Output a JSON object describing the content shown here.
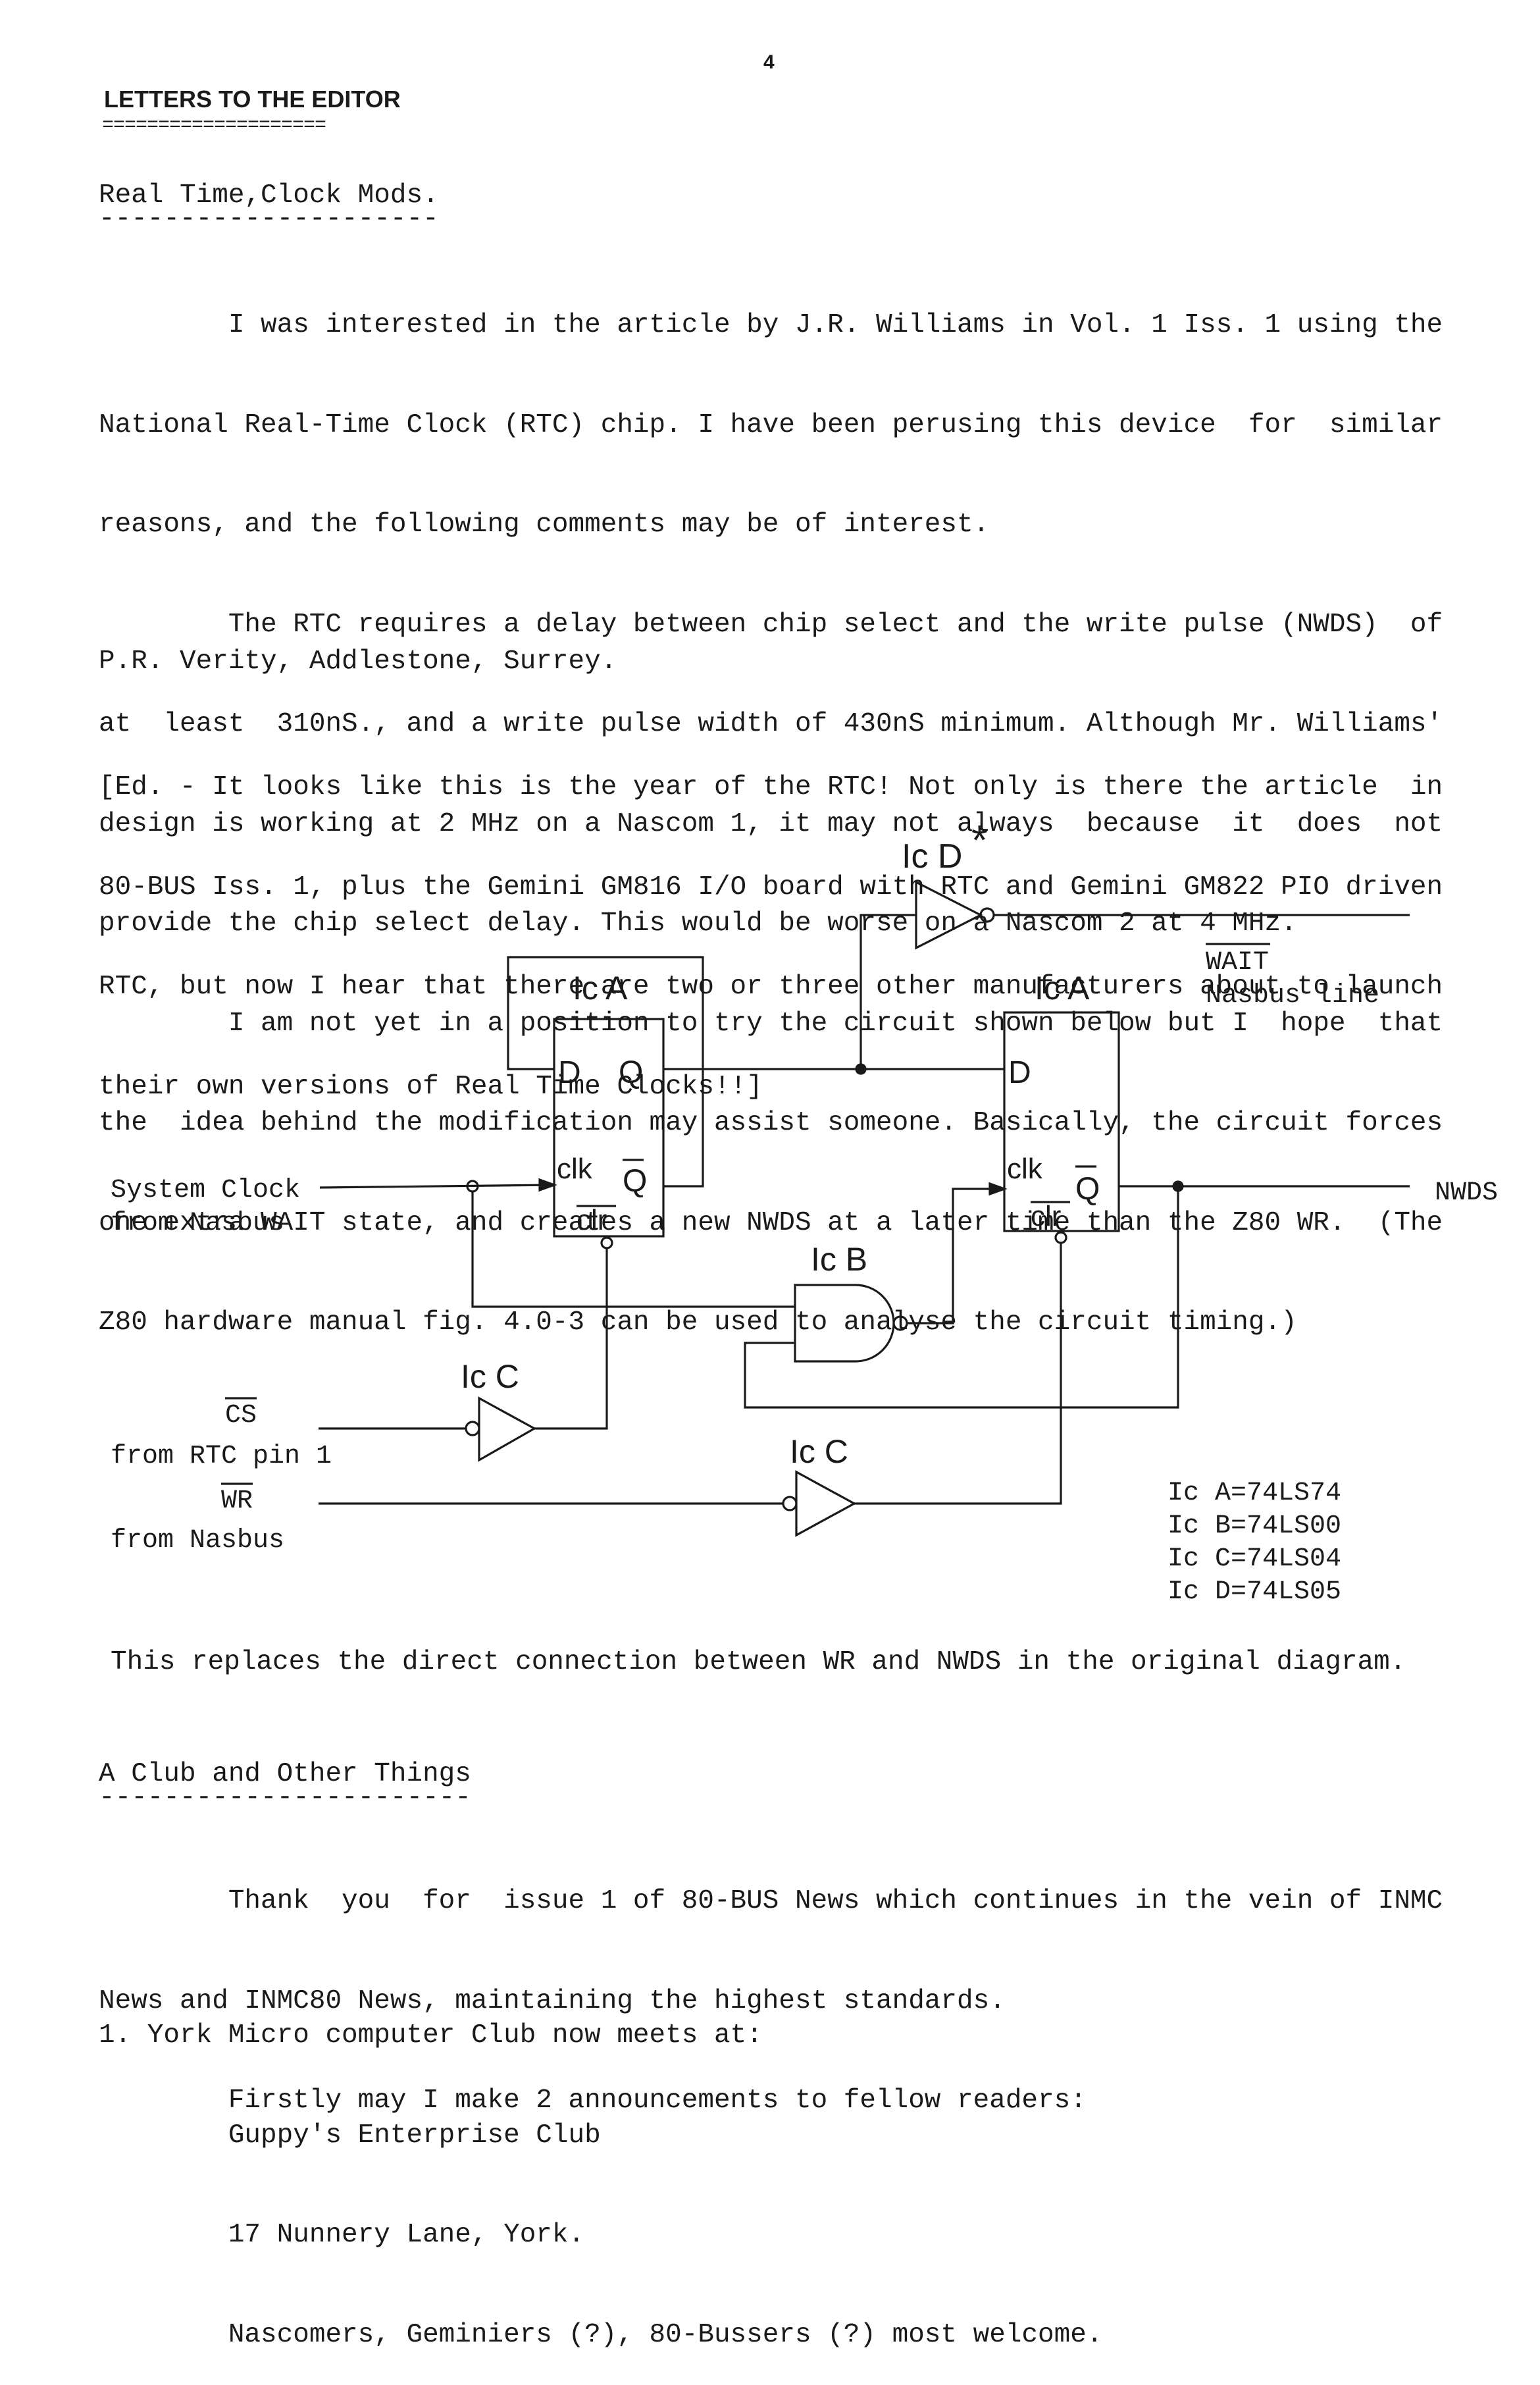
{
  "page_number": "4",
  "section_header": "LETTERS TO THE EDITOR",
  "header_underline": "====================",
  "letter1": {
    "title": "Real Time,Clock Mods.",
    "title_underline": "---------------------",
    "lines": [
      "        I was interested in the article by J.R. Williams in Vol. 1 Iss. 1 using the",
      "National Real-Time Clock (RTC) chip. I have been perusing this device  for  similar",
      "reasons, and the following comments may be of interest.",
      "        The RTC requires a delay between chip select and the write pulse (NWDS)  of",
      "at  least  310nS., and a write pulse width of 430nS minimum. Although Mr. Williams'",
      "design is working at 2 MHz on a Nascom 1, it may not always  because  it  does  not",
      "provide the chip select delay. This would be worse on a Nascom 2 at 4 MHz.",
      "        I am not yet in a position to try the circuit shown below but I  hope  that",
      "the  idea behind the modification may assist someone. Basically, the circuit forces",
      "one extra WAIT state, and creates a new NWDS at a later time than the Z80 WR.  (The",
      "Z80 hardware manual fig. 4.0-3 can be used to analyse the circuit timing.)"
    ],
    "signature": "P.R. Verity, Addlestone, Surrey.",
    "editor_note": [
      "[Ed. - It looks like this is the year of the RTC! Not only is there the article  in",
      "80-BUS Iss. 1, plus the Gemini GM816 I/O board with RTC and Gemini GM822 PIO driven",
      "RTC, but now I hear that there are two or three other manufacturers about to launch",
      "their own versions of Real Time Clocks!!]"
    ]
  },
  "diagram": {
    "ic_d_label": "Ic D",
    "asterisk": "*",
    "ic_a_left_label": "Ic A",
    "ic_a_right_label": "Ic A",
    "ic_b_label": "Ic B",
    "ic_c_upper_label": "Ic C",
    "ic_c_lower_label": "Ic C",
    "pin_d": "D",
    "pin_q": "Q",
    "pin_clk": "clk",
    "pin_qbar": "Q",
    "pin_clr": "clr",
    "wait_label": "WAIT",
    "wait_sub": "Nasbus line",
    "system_clock_line1": "System Clock",
    "system_clock_line2": "from Nasbus",
    "nwds_label": "NWDS",
    "cs_label": "CS",
    "cs_sub": "from RTC pin 1",
    "wr_label": "WR",
    "wr_sub": "from Nasbus",
    "parts": [
      "Ic A=74LS74",
      "Ic B=74LS00",
      "Ic C=74LS04",
      "Ic D=74LS05"
    ]
  },
  "diagram_caption": "This replaces the direct connection between WR and NWDS in the original diagram.",
  "letter2": {
    "title": "A Club and Other Things",
    "title_underline": "-----------------------",
    "lines": [
      "        Thank  you  for  issue 1 of 80-BUS News which continues in the vein of INMC",
      "News and INMC80 News, maintaining the highest standards.",
      "        Firstly may I make 2 announcements to fellow readers:"
    ],
    "list_item": [
      "1. York Micro computer Club now meets at:",
      "        Guppy's Enterprise Club",
      "        17 Nunnery Lane, York.",
      "        Nascomers, Geminiers (?), 80-Bussers (?) most welcome."
    ]
  }
}
